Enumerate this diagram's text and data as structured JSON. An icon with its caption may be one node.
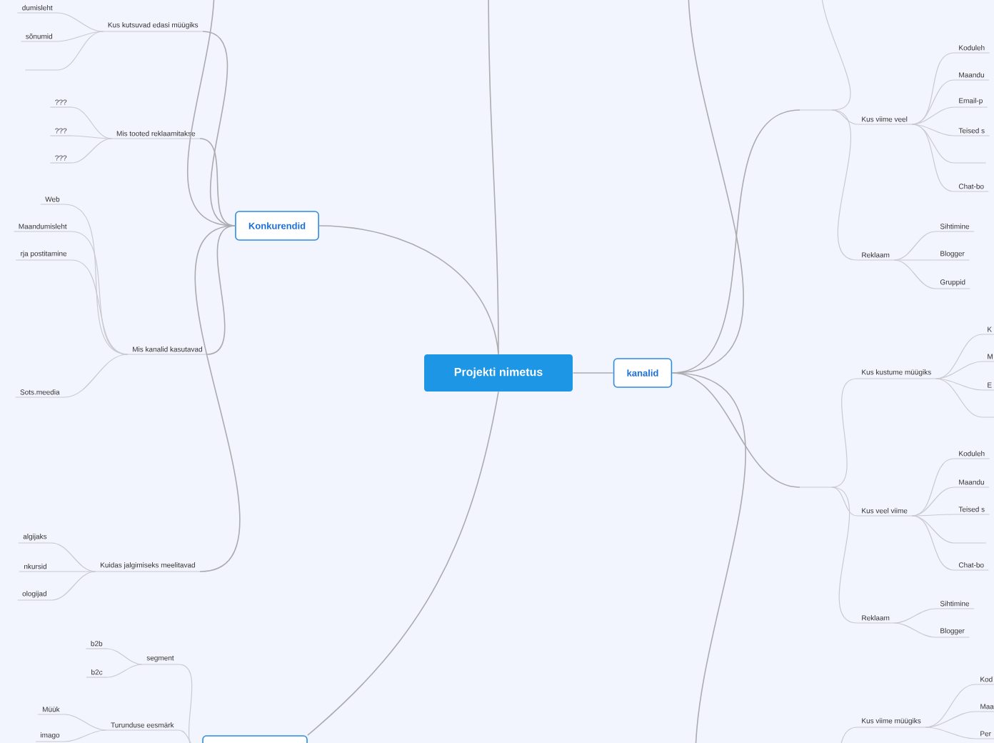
{
  "diagram": {
    "nodes": [
      {
        "text": [
          "Projekti nimetus"
        ]
      },
      {
        "text": [
          "Konkurendid"
        ]
      },
      {
        "text": [
          "kanalid"
        ]
      },
      {
        "text": [],
        "shape": "box"
      },
      {
        "text": [
          "Kus kutsuvad edasi müügiks"
        ]
      },
      {
        "text": [
          "dumisleht"
        ]
      },
      {
        "text": [
          "sõnumid"
        ]
      },
      {
        "text": [],
        "shape": "bar"
      },
      {
        "text": [
          "Mis tooted reklaamitakse"
        ]
      },
      {
        "text": [
          "???"
        ]
      },
      {
        "text": [
          "???"
        ]
      },
      {
        "text": [
          "???"
        ]
      },
      {
        "text": [
          "Mis kanalid kasutavad"
        ]
      },
      {
        "text": [
          "Web"
        ]
      },
      {
        "text": [
          "Maandumisleht"
        ]
      },
      {
        "text": [
          "rja postitamine"
        ]
      },
      {
        "text": [
          "Sots.meedia"
        ]
      },
      {
        "text": [
          "Kuidas jalgimiseks meelitavad"
        ]
      },
      {
        "text": [
          "algijaks"
        ]
      },
      {
        "text": [
          "nkursid"
        ]
      },
      {
        "text": [
          "ologijad"
        ]
      },
      {
        "text": [
          "segment"
        ]
      },
      {
        "text": [
          "b2b"
        ]
      },
      {
        "text": [
          "b2c"
        ]
      },
      {
        "text": [
          "Turunduse eesmärk"
        ]
      },
      {
        "text": [
          "Müük"
        ]
      },
      {
        "text": [
          "imago"
        ]
      },
      {
        "text": [],
        "shape": "bar"
      },
      {
        "text": [
          "Kus viime veel"
        ]
      },
      {
        "text": [
          "Koduleh"
        ]
      },
      {
        "text": [
          "Maandu"
        ]
      },
      {
        "text": [
          "Email-p"
        ]
      },
      {
        "text": [
          "Teised s"
        ]
      },
      {
        "text": [],
        "shape": "bar"
      },
      {
        "text": [
          "Chat-bo"
        ]
      },
      {
        "text": [
          "Reklaam"
        ]
      },
      {
        "text": [
          "Sihtimine"
        ]
      },
      {
        "text": [
          "Blogger"
        ]
      },
      {
        "text": [
          "Gruppid"
        ]
      },
      {
        "text": [],
        "shape": "bar"
      },
      {
        "text": [
          "Kus kustume müügiks"
        ]
      },
      {
        "text": [
          "K"
        ]
      },
      {
        "text": [
          "M"
        ]
      },
      {
        "text": [
          "E"
        ]
      },
      {
        "text": [],
        "shape": "bar"
      },
      {
        "text": [
          "Kus veel viime"
        ]
      },
      {
        "text": [
          "Koduleh"
        ]
      },
      {
        "text": [
          "Maandu"
        ]
      },
      {
        "text": [
          "Teised s"
        ]
      },
      {
        "text": [],
        "shape": "bar"
      },
      {
        "text": [
          "Chat-bo"
        ]
      },
      {
        "text": [
          "Reklaam"
        ]
      },
      {
        "text": [
          "Sihtimine"
        ]
      },
      {
        "text": [
          "Blogger"
        ]
      },
      {
        "text": [
          "Kus viime müügiks"
        ]
      },
      {
        "text": [
          "Kod"
        ]
      },
      {
        "text": [
          "Maa"
        ]
      },
      {
        "text": [
          "Per"
        ]
      }
    ],
    "edges": [
      {
        "from": 0,
        "to": 1,
        "arrow": "none"
      },
      {
        "from": 0,
        "to": 2,
        "arrow": "none"
      },
      {
        "from": 0,
        "to": 3,
        "arrow": "none"
      },
      {
        "from": 0,
        "to": null,
        "arrow": "none"
      },
      {
        "from": 1,
        "to": 4,
        "arrow": "none"
      },
      {
        "from": 1,
        "to": 8,
        "arrow": "none"
      },
      {
        "from": 1,
        "to": 12,
        "arrow": "none"
      },
      {
        "from": 1,
        "to": 17,
        "arrow": "none"
      },
      {
        "from": 1,
        "to": null,
        "arrow": "none"
      },
      {
        "from": 4,
        "to": 5,
        "arrow": "none"
      },
      {
        "from": 4,
        "to": 6,
        "arrow": "none"
      },
      {
        "from": 4,
        "to": 7,
        "arrow": "none"
      },
      {
        "from": 8,
        "to": 9,
        "arrow": "none"
      },
      {
        "from": 8,
        "to": 10,
        "arrow": "none"
      },
      {
        "from": 8,
        "to": 11,
        "arrow": "none"
      },
      {
        "from": 12,
        "to": 13,
        "arrow": "none"
      },
      {
        "from": 12,
        "to": 14,
        "arrow": "none"
      },
      {
        "from": 12,
        "to": 15,
        "arrow": "none"
      },
      {
        "from": 12,
        "to": 16,
        "arrow": "none"
      },
      {
        "from": 17,
        "to": 18,
        "arrow": "none"
      },
      {
        "from": 17,
        "to": 19,
        "arrow": "none"
      },
      {
        "from": 17,
        "to": 20,
        "arrow": "none"
      },
      {
        "from": 3,
        "to": 21,
        "arrow": "none"
      },
      {
        "from": 3,
        "to": 24,
        "arrow": "none"
      },
      {
        "from": 21,
        "to": 22,
        "arrow": "none"
      },
      {
        "from": 21,
        "to": 23,
        "arrow": "none"
      },
      {
        "from": 24,
        "to": 25,
        "arrow": "none"
      },
      {
        "from": 24,
        "to": 26,
        "arrow": "none"
      },
      {
        "from": 2,
        "to": 27,
        "arrow": "none"
      },
      {
        "from": 2,
        "to": 39,
        "arrow": "none"
      },
      {
        "from": 2,
        "to": null,
        "arrow": "none"
      },
      {
        "from": 2,
        "to": null,
        "arrow": "none"
      },
      {
        "from": 27,
        "to": 28,
        "arrow": "none"
      },
      {
        "from": 27,
        "to": 35,
        "arrow": "none"
      },
      {
        "from": 27,
        "to": null,
        "arrow": "none"
      },
      {
        "from": 28,
        "to": 29,
        "arrow": "none"
      },
      {
        "from": 28,
        "to": 30,
        "arrow": "none"
      },
      {
        "from": 28,
        "to": 31,
        "arrow": "none"
      },
      {
        "from": 28,
        "to": 32,
        "arrow": "none"
      },
      {
        "from": 28,
        "to": 33,
        "arrow": "none"
      },
      {
        "from": 28,
        "to": 34,
        "arrow": "none"
      },
      {
        "from": 35,
        "to": 36,
        "arrow": "none"
      },
      {
        "from": 35,
        "to": 37,
        "arrow": "none"
      },
      {
        "from": 35,
        "to": 38,
        "arrow": "none"
      },
      {
        "from": 39,
        "to": 40,
        "arrow": "none"
      },
      {
        "from": 39,
        "to": 45,
        "arrow": "none"
      },
      {
        "from": 39,
        "to": 51,
        "arrow": "none"
      },
      {
        "from": 40,
        "to": 41,
        "arrow": "none"
      },
      {
        "from": 40,
        "to": 42,
        "arrow": "none"
      },
      {
        "from": 40,
        "to": 43,
        "arrow": "none"
      },
      {
        "from": 40,
        "to": 44,
        "arrow": "none"
      },
      {
        "from": 45,
        "to": 46,
        "arrow": "none"
      },
      {
        "from": 45,
        "to": 47,
        "arrow": "none"
      },
      {
        "from": 45,
        "to": 48,
        "arrow": "none"
      },
      {
        "from": 45,
        "to": 49,
        "arrow": "none"
      },
      {
        "from": 45,
        "to": 50,
        "arrow": "none"
      },
      {
        "from": 51,
        "to": 52,
        "arrow": "none"
      },
      {
        "from": 51,
        "to": 53,
        "arrow": "none"
      },
      {
        "from": null,
        "to": 54,
        "arrow": "none"
      },
      {
        "from": 54,
        "to": 55,
        "arrow": "none"
      },
      {
        "from": 54,
        "to": 56,
        "arrow": "none"
      },
      {
        "from": 54,
        "to": 57,
        "arrow": "none"
      }
    ]
  }
}
